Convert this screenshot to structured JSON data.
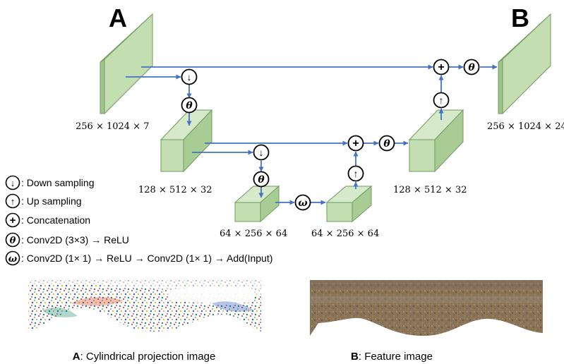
{
  "panel_a_label": "A",
  "panel_b_label": "B",
  "dims": {
    "input": "256 × 1024 × 7",
    "enc1": "128 × 512 × 32",
    "bottom1": "64 × 256 × 64",
    "bottom2": "64 × 256 × 64",
    "dec1": "128 × 512 × 32",
    "output": "256 × 1024 × 24"
  },
  "legend": [
    {
      "symbol": "↓",
      "icon": "down-sampling-icon",
      "text": ": Down sampling"
    },
    {
      "symbol": "↑",
      "icon": "up-sampling-icon",
      "text": ": Up sampling"
    },
    {
      "symbol": "+",
      "icon": "concatenation-icon",
      "text": ": Concatenation"
    },
    {
      "symbol": "θ",
      "icon": "theta-icon",
      "text": ": Conv2D (3×3) → ReLU"
    },
    {
      "symbol": "ω",
      "icon": "omega-icon",
      "text": ": Conv2D (1× 1) → ReLU → Conv2D (1× 1) → Add(Input)"
    }
  ],
  "op_symbols": {
    "down": "↓",
    "up": "↑",
    "concat": "+",
    "theta": "θ",
    "omega": "ω"
  },
  "captions": {
    "a_prefix": "A",
    "a_text": ": Cylindrical projection image",
    "b_prefix": "B",
    "b_text": ": Feature image"
  },
  "colors": {
    "block_front": "#c3dfb2",
    "block_top": "#d6eacb",
    "block_side": "#a9cc95",
    "block_stroke": "#6f9a5e",
    "arrow": "#4472c4",
    "img_b_base": "#8b7355"
  }
}
